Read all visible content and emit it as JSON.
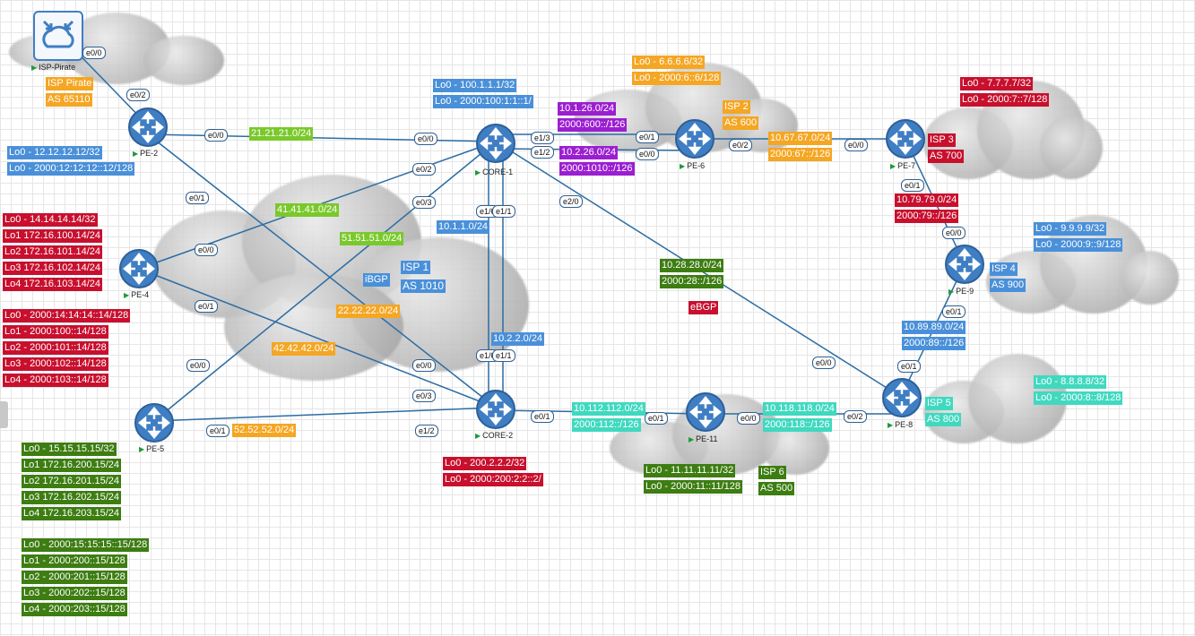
{
  "nodes": {
    "isp_pirate": "ISP-Pirate",
    "pe2": "PE-2",
    "pe4": "PE-4",
    "pe5": "PE-5",
    "core1": "CORE-1",
    "core2": "CORE-2",
    "pe6": "PE-6",
    "pe7": "PE-7",
    "pe8": "PE-8",
    "pe9": "PE-9",
    "pe11": "PE-11"
  },
  "interfaces": {
    "pirate_e00": "e0/0",
    "pe2_e02": "e0/2",
    "pe2_e00": "e0/0",
    "pe2_e01": "e0/1",
    "core1_e00": "e0/0",
    "core1_e02": "e0/2",
    "core1_e03": "e0/3",
    "core1_e13": "e1/3",
    "core1_e12": "e1/2",
    "core1_e10": "e1/0",
    "core1_e11": "e1/1",
    "core1_e20": "e2/0",
    "pe6_e01": "e0/1",
    "pe6_e00": "e0/0",
    "pe6_e02": "e0/2",
    "pe7_e00": "e0/0",
    "pe7_e01": "e0/1",
    "pe9_e00": "e0/0",
    "pe9_e01": "e0/1",
    "pe8_e00": "e0/0",
    "pe8_e01": "e0/1",
    "pe8_e02": "e0/2",
    "pe4_e00": "e0/0",
    "pe4_e01": "e0/1",
    "pe5_e00": "e0/0",
    "pe5_e01": "e0/1",
    "core2_e00": "e0/0",
    "core2_e03": "e0/3",
    "core2_e12": "e1/2",
    "core2_e01": "e0/1",
    "core2_e10": "e1/0",
    "core2_e11": "e1/1",
    "pe11_e01": "e0/1",
    "pe11_e00": "e0/0"
  },
  "labels": {
    "isp_pirate_name": "ISP Pirate",
    "isp_pirate_as": "AS 65110",
    "pe2_lo0": "Lo0 - 12.12.12.12/32",
    "pe2_lo0v6": "Lo0 - 2000:12:12:12::12/128",
    "core1_lo0": "Lo0 - 100.1.1.1/32",
    "core1_lo0v6": "Lo0 - 2000:100:1:1::1/",
    "pe6_lo0": "Lo0 - 6.6.6.6/32",
    "pe6_lo0v6": "Lo0 - 2000:6::6/128",
    "isp2": "ISP 2",
    "as600": "AS 600",
    "pe7_lo0": "Lo0 - 7.7.7.7/32",
    "pe7_lo0v6": "Lo0 - 2000:7::7/128",
    "isp3": "ISP 3",
    "as700": "AS 700",
    "pe9_lo0": "Lo0 - 9.9.9.9/32",
    "pe9_lo0v6": "Lo0 - 2000:9::9/128",
    "isp4": "ISP 4",
    "as900": "AS 900",
    "pe8_lo0": "Lo0 - 8.8.8.8/32",
    "pe8_lo0v6": "Lo0 - 2000:8::8/128",
    "isp5": "ISP 5",
    "as800": "AS 800",
    "pe4_lo": [
      "Lo0 - 14.14.14.14/32",
      "Lo1 172.16.100.14/24",
      "Lo2 172.16.101.14/24",
      "Lo3 172.16.102.14/24",
      "Lo4 172.16.103.14/24"
    ],
    "pe4_lov6": [
      "Lo0 - 2000:14:14:14::14/128",
      "Lo1 - 2000:100::14/128",
      "Lo2 - 2000:101::14/128",
      "Lo3 - 2000:102::14/128",
      "Lo4 - 2000:103::14/128"
    ],
    "pe5_lo": [
      "Lo0 - 15.15.15.15/32",
      "Lo1 172.16.200.15/24",
      "Lo2 172.16.201.15/24",
      "Lo3 172.16.202.15/24",
      "Lo4 172.16.203.15/24"
    ],
    "pe5_lov6": [
      "Lo0 - 2000:15:15:15::15/128",
      "Lo1 - 2000:200::15/128",
      "Lo2 - 2000:201::15/128",
      "Lo3 - 2000:202::15/128",
      "Lo4 - 2000:203::15/128"
    ],
    "core2_lo0": "Lo0 - 200.2.2.2/32",
    "core2_lo0v6": "Lo0 - 2000:200:2:2::2/",
    "pe11_lo0": "Lo0 - 11.11.11.11/32",
    "pe11_lo0v6": "Lo0 - 2000:11::11/128",
    "isp6": "ISP 6",
    "as500": "AS 500",
    "isp1": "ISP 1",
    "as1010": "AS 1010",
    "ibgp": "iBGP",
    "ebgp": "eBGP",
    "net_21": "21.21.21.0/24",
    "net_41": "41.41.41.0/24",
    "net_51": "51.51.51.0/24",
    "net_22": "22.22.22.0/24",
    "net_42": "42.42.42.0/24",
    "net_52": "52.52.52.0/24",
    "net_10_1_1": "10.1.1.0/24",
    "net_10_2_2": "10.2.2.0/24",
    "net_10_1_26": "10.1.26.0/24",
    "net_2000_600": "2000:600::/126",
    "net_10_2_26": "10.2.26.0/24",
    "net_2000_1010": "2000:1010::/126",
    "net_10_67": "10.67.67.0/24",
    "net_2000_67": "2000:67::/126",
    "net_10_79": "10.79.79.0/24",
    "net_2000_79": "2000:79::/126",
    "net_10_89": "10.89.89.0/24",
    "net_2000_89": "2000:89::/126",
    "net_10_28": "10.28.28.0/24",
    "net_2000_28": "2000:28::/126",
    "net_10_112": "10.112.112.0/24",
    "net_2000_112": "2000:112::/126",
    "net_10_118": "10.118.118.0/24",
    "net_2000_118": "2000:118::/126"
  },
  "colors": {
    "blue": "#4a90d9",
    "orange": "#f5a623",
    "red": "#c8102e",
    "green": "#3d7d12",
    "lime": "#7ac92c",
    "purple": "#9b1fd0",
    "teal": "#40d9c0",
    "link": "#2b6ca3"
  }
}
